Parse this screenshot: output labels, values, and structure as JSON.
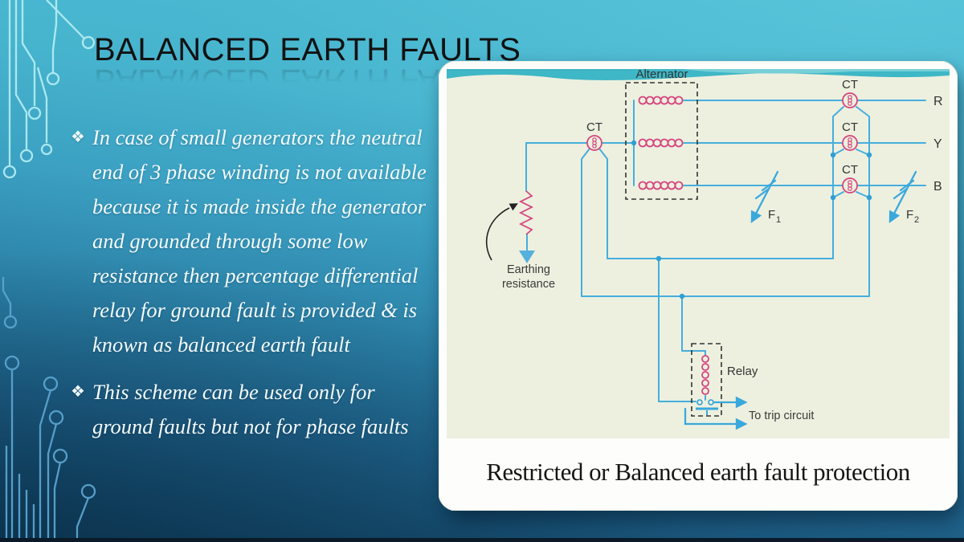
{
  "slide": {
    "title": "BALANCED EARTH FAULTS",
    "bullet_marker": "❖",
    "bullets": [
      {
        "text": "In case of small generators the neutral\nend of  3 phase winding is not available\nbecause it is made inside the generator\nand grounded through some low\nresistance then percentage differential\nrelay for ground fault is provided & is\nknown as balanced earth fault"
      },
      {
        "text": "This scheme can be used only for\nground faults but not for phase faults"
      }
    ]
  },
  "diagram": {
    "caption": "Restricted or Balanced earth fault protection",
    "alternator_label": "Alternator",
    "ct_label": "CT",
    "relay_label": "Relay",
    "trip_label": "To trip circuit",
    "earthing_label_line1": "Earthing",
    "earthing_label_line2": "resistance",
    "phases": [
      "R",
      "Y",
      "B"
    ],
    "faults": [
      {
        "name": "F",
        "sub": "1"
      },
      {
        "name": "F",
        "sub": "2"
      }
    ],
    "colors": {
      "wire": "#45aedd",
      "coil": "#d6457f",
      "diagram_bg": "#edf0df",
      "panel": "#fdfdfb",
      "teal_band": "#3eb7c6",
      "label": "#333333"
    }
  },
  "theme": {
    "colors": {
      "bg_top": "#4cbcd4",
      "bg_bottom": "#123f5c",
      "trace_light": "#b7eff4",
      "trace_dark": "#5aa3cf",
      "title": "#121212",
      "body_text": "#f4fbfd"
    }
  }
}
